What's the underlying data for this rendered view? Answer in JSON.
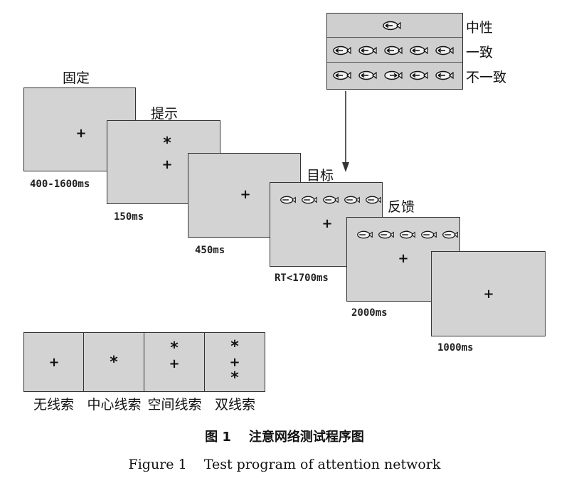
{
  "stages": [
    {
      "label": "固定",
      "duration": "400-1600ms"
    },
    {
      "label": "提示",
      "duration": "150ms"
    },
    {
      "label": "",
      "duration": "450ms"
    },
    {
      "label": "目标",
      "duration": "RT<1700ms"
    },
    {
      "label": "反馈",
      "duration": "2000ms"
    },
    {
      "label": "",
      "duration": "1000ms"
    }
  ],
  "symbols": {
    "fixation": "+",
    "cue": "*"
  },
  "target_types": [
    {
      "label": "中性"
    },
    {
      "label": "一致"
    },
    {
      "label": "不一致"
    }
  ],
  "cue_types": [
    {
      "label": "无线索"
    },
    {
      "label": "中心线索"
    },
    {
      "label": "空间线索"
    },
    {
      "label": "双线索"
    }
  ],
  "caption": {
    "cn": "图 1    注意网络测试程序图",
    "en": "Figure 1    Test program of attention network"
  }
}
